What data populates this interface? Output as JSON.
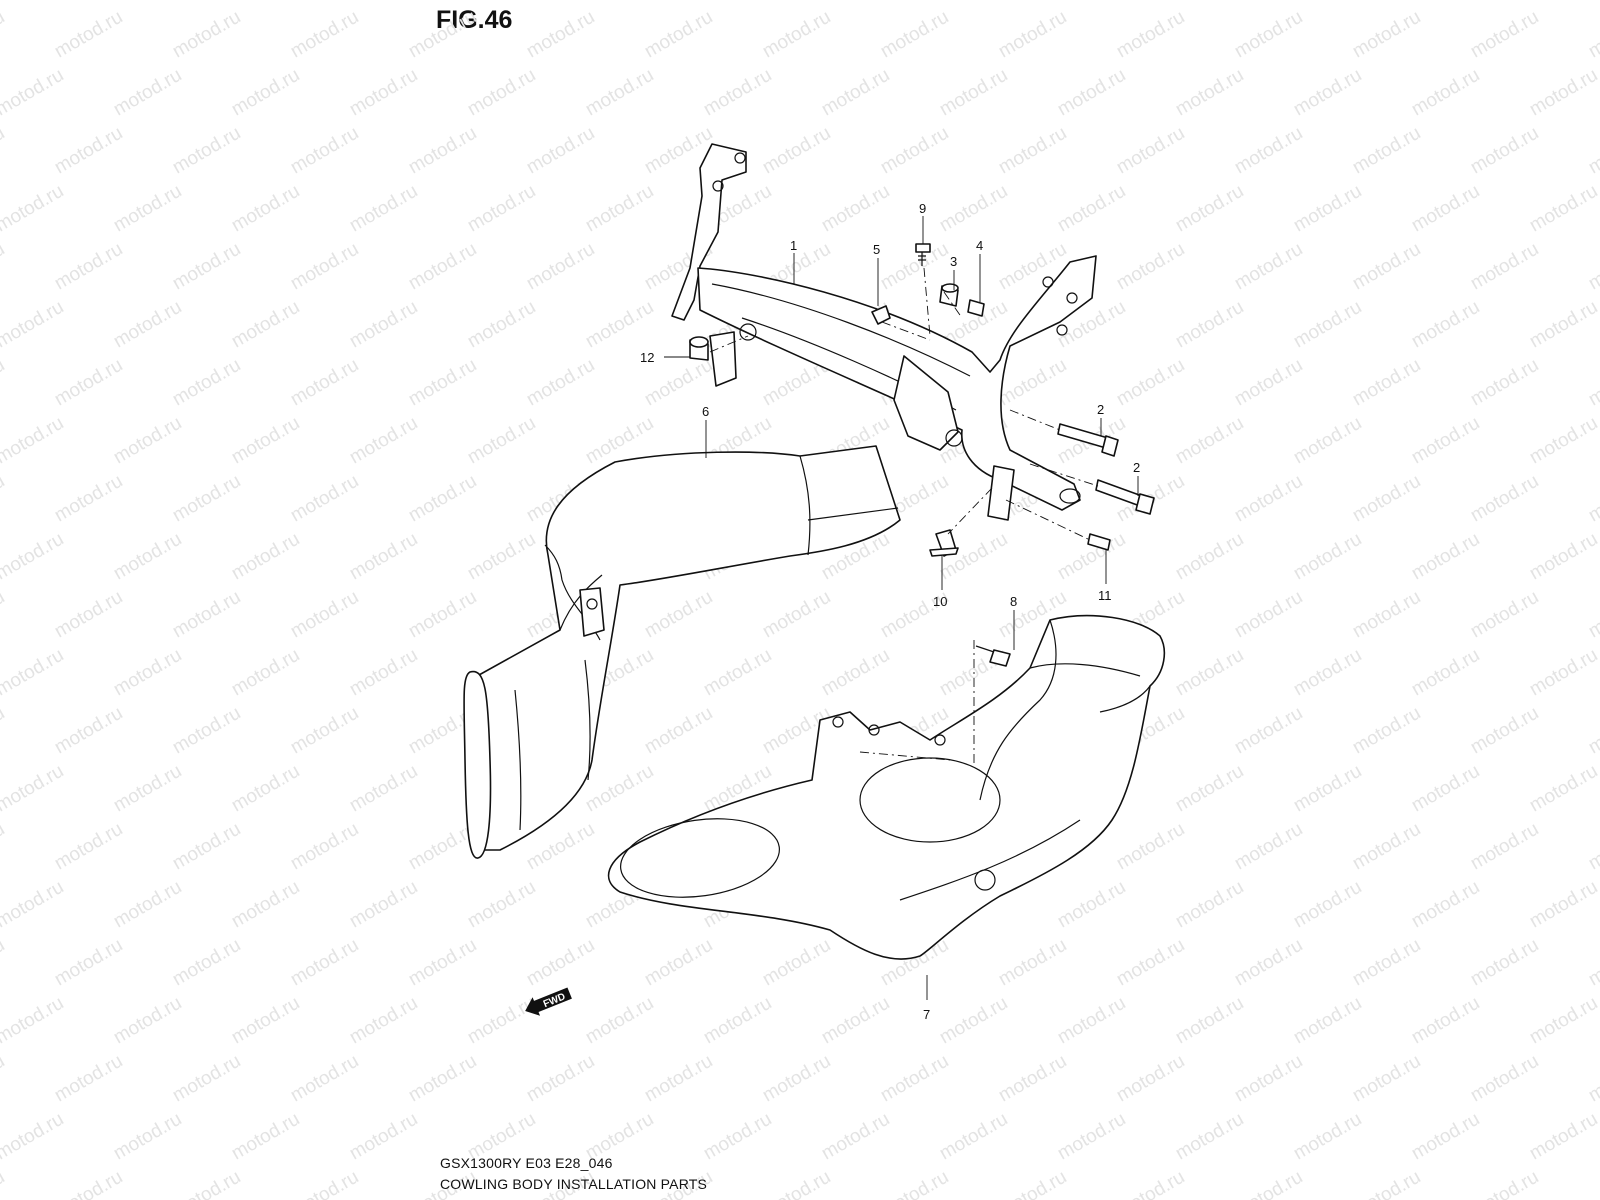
{
  "figure": {
    "title": "FIG.46",
    "model_code": "GSX1300RY E03 E28_046",
    "caption": "COWLING BODY INSTALLATION PARTS"
  },
  "watermark": {
    "text": "motod.ru"
  },
  "direction_badge": {
    "label": "FWD",
    "icon": "arrow-left-icon"
  },
  "callouts": [
    "1",
    "2",
    "2",
    "3",
    "4",
    "5",
    "6",
    "7",
    "8",
    "9",
    "10",
    "11",
    "12"
  ]
}
